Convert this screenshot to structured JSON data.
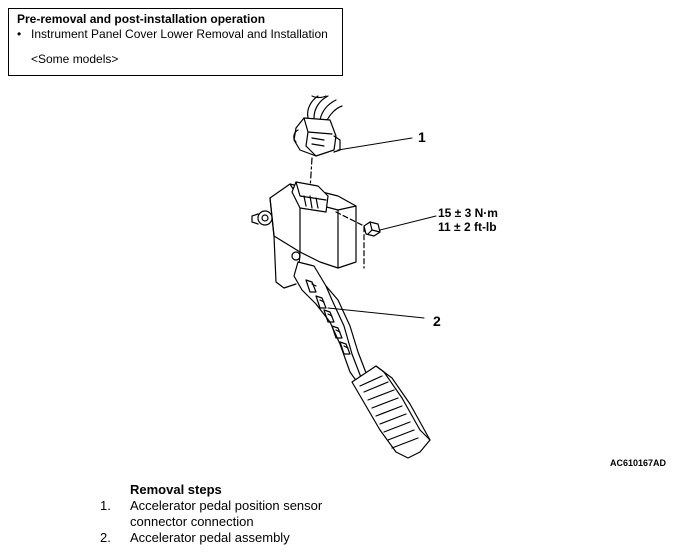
{
  "info_box": {
    "title": "Pre-removal and post-installation operation",
    "bullet_symbol": "•",
    "item": "Instrument Panel Cover Lower Removal and Installation",
    "note": "<Some models>"
  },
  "figure": {
    "callout_1": "1",
    "callout_2": "2",
    "torque_nm": "15 ± 3 N·m",
    "torque_ftlb": "11 ± 2 ft-lb",
    "figure_id": "AC610167",
    "figure_id_suffix": "AD"
  },
  "removal": {
    "title": "Removal steps",
    "steps": [
      {
        "num": "1.",
        "line1": "Accelerator pedal position sensor",
        "line2": "connector connection"
      },
      {
        "num": "2.",
        "line1": "Accelerator pedal assembly"
      }
    ]
  }
}
